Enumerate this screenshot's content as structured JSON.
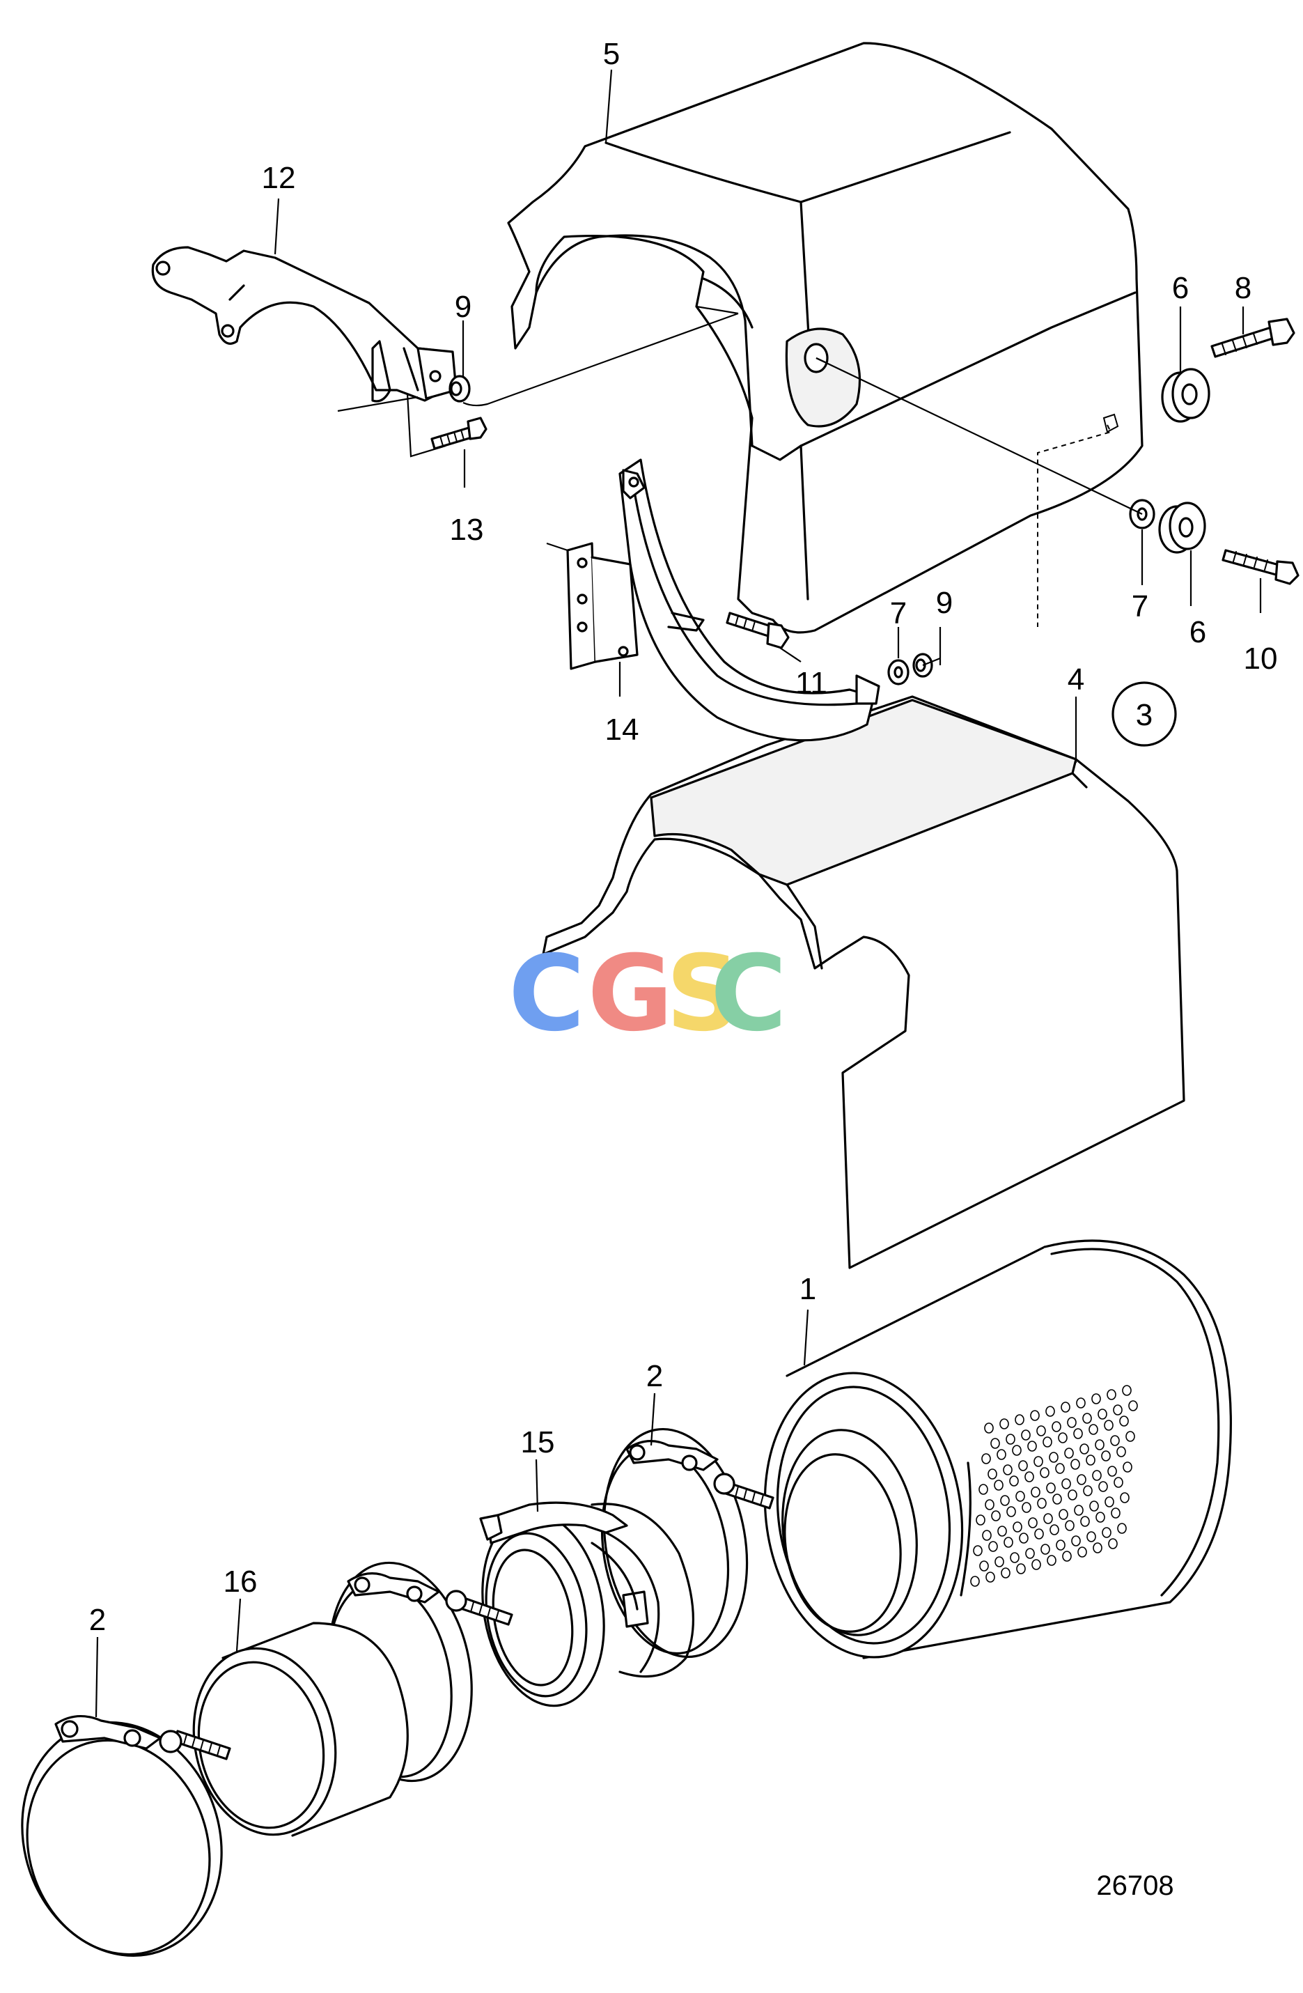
{
  "diagram": {
    "reference_number": "26708",
    "group_marker": "3",
    "part_labels": {
      "p1": "1",
      "p2a": "2",
      "p2b": "2",
      "p3": "3",
      "p4": "4",
      "p5": "5",
      "p6a": "6",
      "p6b": "6",
      "p7a": "7",
      "p7b": "7",
      "p8": "8",
      "p9a": "9",
      "p9b": "9",
      "p10": "10",
      "p11": "11",
      "p12": "12",
      "p13": "13",
      "p14": "14",
      "p15": "15",
      "p16": "16"
    },
    "watermark": {
      "letters": [
        "C",
        "G",
        "S",
        "C"
      ],
      "colors": [
        "#6f9ff0",
        "#f08a84",
        "#f5d76a",
        "#86cfa5"
      ]
    },
    "line_color": "#000000",
    "background": "#ffffff"
  }
}
